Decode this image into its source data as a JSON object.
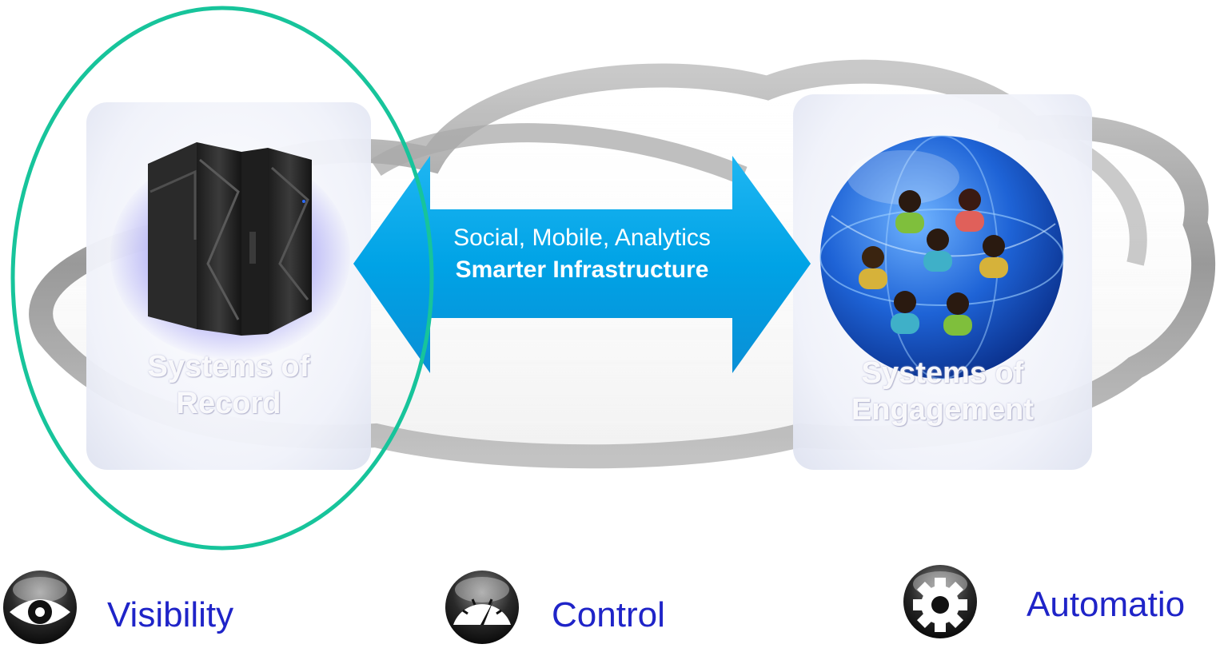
{
  "arrow": {
    "line1": "Social, Mobile, Analytics",
    "line2": "Smarter Infrastructure"
  },
  "systems_of_record": {
    "title_line1": "Systems of",
    "title_line2": "Record",
    "icon": "mainframe-server-icon"
  },
  "systems_of_engagement": {
    "title_line1": "Systems of",
    "title_line2": "Engagement",
    "icon": "people-globe-icon"
  },
  "features": [
    {
      "label": "Visibility",
      "icon": "eye-icon"
    },
    {
      "label": "Control",
      "icon": "gauge-icon"
    },
    {
      "label": "Automatio",
      "icon": "gear-icon"
    }
  ],
  "colors": {
    "arrow": "#00a3e6",
    "highlight_ellipse": "#17c49b",
    "feature_text": "#1f24c8",
    "cloud_outline": "#9a9a9a",
    "record_glow": "#6a64ea",
    "globe": "#1e63d6"
  }
}
